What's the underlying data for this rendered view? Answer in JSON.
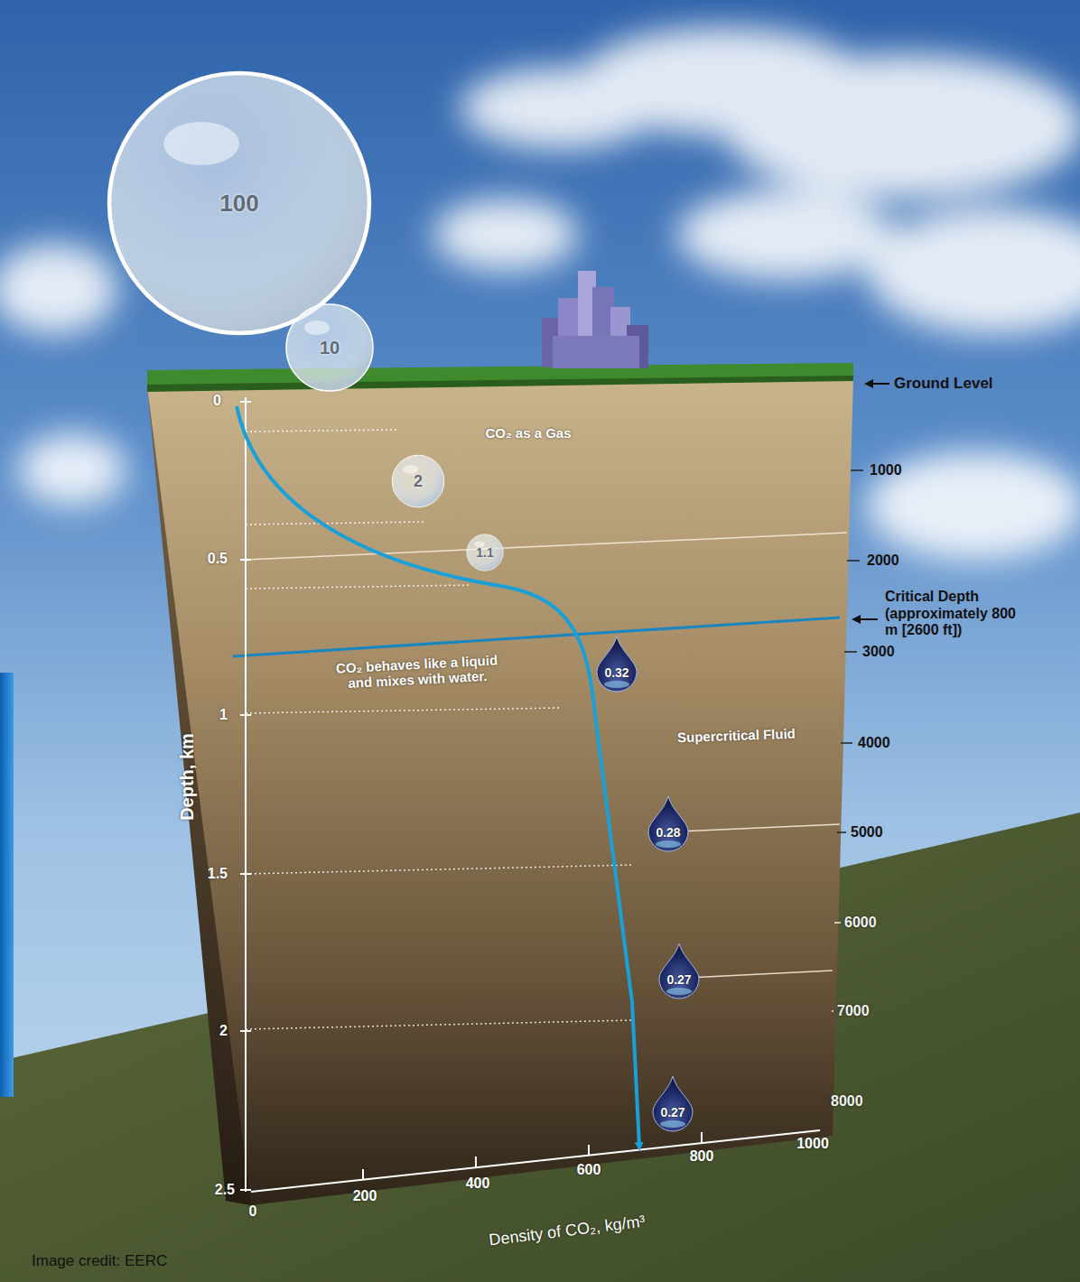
{
  "diagram": {
    "nodes": [
      {
        "text": [
          "100"
        ]
      },
      {
        "text": [
          "10"
        ]
      },
      {
        "text": [
          "2"
        ]
      },
      {
        "text": [
          "1.1"
        ]
      },
      {
        "text": [
          "0.32"
        ]
      },
      {
        "text": [
          "0.28"
        ]
      },
      {
        "text": [
          "0.27"
        ]
      },
      {
        "text": [
          "0.27"
        ]
      }
    ],
    "labels": [
      "CO₂ as a Gas",
      "Ground Level",
      "1000",
      "2000",
      "Critical Depth (approximately 800 m [2600 ft])",
      "3000",
      "CO₂ behaves like a liquid and mixes with water.",
      "Supercritical Fluid",
      "4000",
      "5000",
      "6000",
      "7000",
      "8000",
      "Depth, km",
      "0",
      "0.5",
      "1",
      "1.5",
      "2",
      "2.5",
      "0",
      "200",
      "400",
      "600",
      "800",
      "1000",
      "Density of CO₂, kg/m³",
      "Image credit: EERC"
    ]
  }
}
